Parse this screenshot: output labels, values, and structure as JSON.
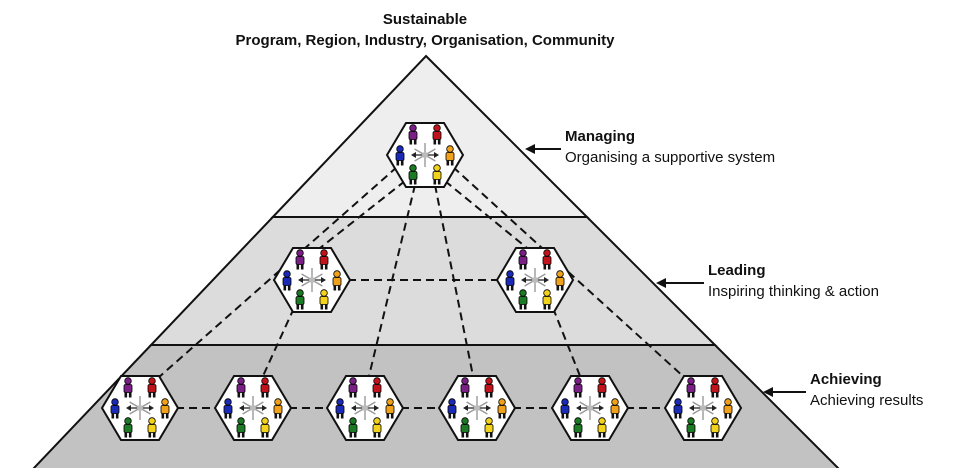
{
  "title": {
    "line1": "Sustainable",
    "line2": "Program, Region, Industry, Organisation, Community"
  },
  "levels": [
    {
      "name": "Managing",
      "description": "Organising a supportive system",
      "team_count": 1
    },
    {
      "name": "Leading",
      "description": "Inspiring thinking & action",
      "team_count": 2
    },
    {
      "name": "Achieving",
      "description": "Achieving results",
      "team_count": 6
    }
  ],
  "colors": {
    "tier_top": "#eeeeee",
    "tier_middle": "#dcdcdc",
    "tier_bottom": "#c2c2c2",
    "outline": "#111111",
    "hexagon_fill": "#ffffff",
    "person_purple": "#7a1f86",
    "person_red": "#c0141c",
    "person_blue": "#1a2ab5",
    "person_orange": "#f0a11b",
    "person_green": "#1c7a24",
    "person_yellow": "#f2d21a",
    "connector": "#999999"
  },
  "icons": {
    "team": "team-hexagon-icon",
    "person": "person-icon",
    "pointer": "pointer-arrow-icon"
  }
}
